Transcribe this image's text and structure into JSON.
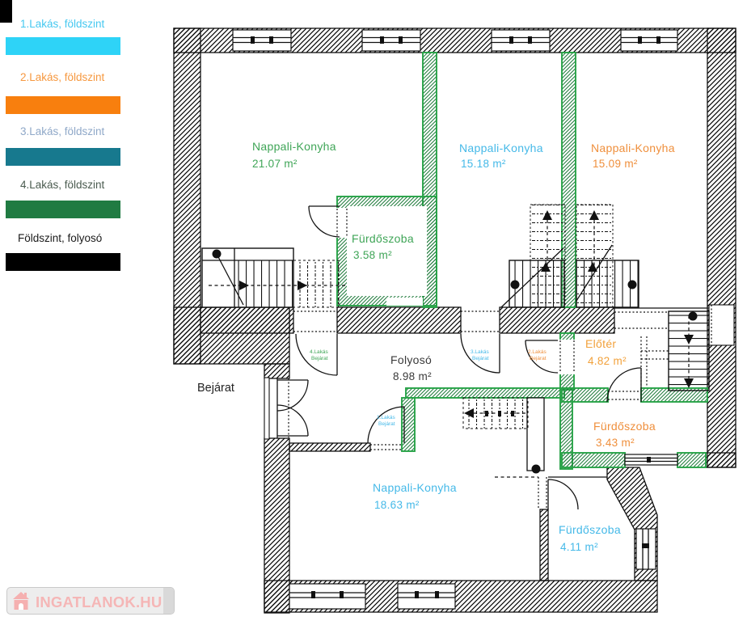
{
  "legend": {
    "items": [
      {
        "label": "1.Lakás, földszint",
        "text_color": "#45c8f0",
        "bar_color": "#2ed3f7"
      },
      {
        "label": "2.Lakás, földszint",
        "text_color": "#f6983f",
        "bar_color": "#f87f0e"
      },
      {
        "label": "3.Lakás, földszint",
        "text_color": "#8fa8c8",
        "bar_color": "#17798e"
      },
      {
        "label": "4.Lakás, földszint",
        "text_color": "#4a5b4f",
        "bar_color": "#207b42"
      },
      {
        "label": "Földszint, folyosó",
        "text_color": "#1a1a1a",
        "bar_color": "#000000"
      }
    ]
  },
  "plan": {
    "entrance_label": "Bejárat",
    "rooms": [
      {
        "name": "Nappali-Konyha",
        "area": "21.07 m²",
        "color": "#3fa557"
      },
      {
        "name": "Nappali-Konyha",
        "area": "15.18 m²",
        "color": "#45b9e8"
      },
      {
        "name": "Nappali-Konyha",
        "area": "15.09 m²",
        "color": "#ef8f3c"
      },
      {
        "name": "Fürdőszoba",
        "area": "3.58 m²",
        "color": "#3fa557"
      },
      {
        "name": "Folyosó",
        "area": "8.98 m²",
        "color": "#3a3a3a"
      },
      {
        "name": "Előtér",
        "area": "4.82 m²",
        "color": "#f2a13b"
      },
      {
        "name": "Fürdőszoba",
        "area": "3.43 m²",
        "color": "#ef8f3c"
      },
      {
        "name": "Nappali-Konyha",
        "area": "18.63 m²",
        "color": "#45b9e8"
      },
      {
        "name": "Fürdőszoba",
        "area": "4.11 m²",
        "color": "#45b9e8"
      }
    ],
    "door_labels": [
      {
        "apartment": "4.Lakás",
        "label": "Bejárat",
        "color": "#3fa557"
      },
      {
        "apartment": "3.Lakás",
        "label": "Bejárat",
        "color": "#45b9e8"
      },
      {
        "apartment": "2.Lakás",
        "label": "Bejárat",
        "color": "#ef8f3c"
      },
      {
        "apartment": "1.Lakás",
        "label": "Bejárat",
        "color": "#45b9e8"
      }
    ]
  },
  "watermark": {
    "text": "INGATLANOK.HU",
    "color": "#f5b6b6"
  }
}
